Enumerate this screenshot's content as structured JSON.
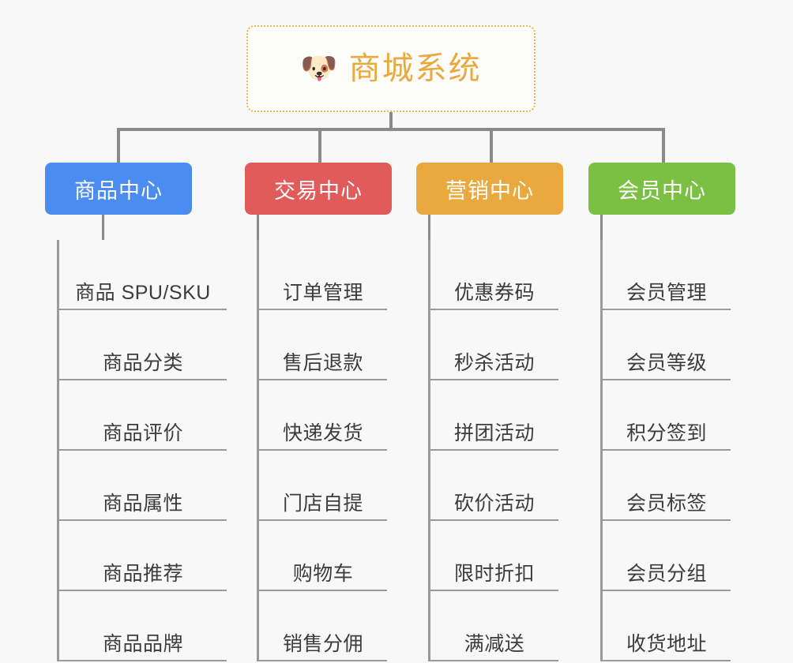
{
  "root": {
    "icon": "shiba-dog-face-icon",
    "icon_glyph": "🐶",
    "title": "商城系统",
    "title_color": "#eaa93e",
    "border_color": "#eab852"
  },
  "connector_color": "#8a8a8a",
  "background_color": "#f8f8f8",
  "columns": [
    {
      "header": "商品中心",
      "color": "#4a8cf0",
      "items": [
        "商品 SPU/SKU",
        "商品分类",
        "商品评价",
        "商品属性",
        "商品推荐",
        "商品品牌"
      ]
    },
    {
      "header": "交易中心",
      "color": "#e25b5b",
      "items": [
        "订单管理",
        "售后退款",
        "快递发货",
        "门店自提",
        "购物车",
        "销售分佣"
      ]
    },
    {
      "header": "营销中心",
      "color": "#eaa93e",
      "items": [
        "优惠券码",
        "秒杀活动",
        "拼团活动",
        "砍价活动",
        "限时折扣",
        "满减送"
      ]
    },
    {
      "header": "会员中心",
      "color": "#7ac143",
      "items": [
        "会员管理",
        "会员等级",
        "积分签到",
        "会员标签",
        "会员分组",
        "收货地址"
      ]
    }
  ]
}
